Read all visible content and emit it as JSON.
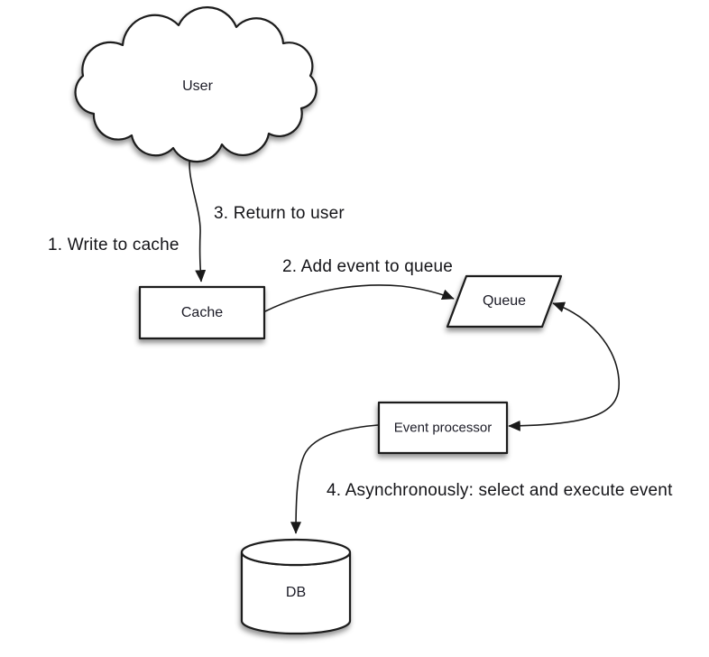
{
  "nodes": {
    "user": {
      "label": "User",
      "shape": "cloud"
    },
    "cache": {
      "label": "Cache",
      "shape": "rectangle"
    },
    "queue": {
      "label": "Queue",
      "shape": "parallelogram"
    },
    "processor": {
      "label": "Event processor",
      "shape": "rectangle"
    },
    "db": {
      "label": "DB",
      "shape": "cylinder"
    }
  },
  "edge_labels": {
    "step1": "1. Write to cache",
    "step2": "2. Add event to queue",
    "step3": "3. Return to user",
    "step4": "4. Asynchronously: select and execute event"
  },
  "colors": {
    "stroke": "#1a1a1a",
    "node_fill": "#ffffff",
    "text": "#1b1b26",
    "background": "#ffffff"
  }
}
